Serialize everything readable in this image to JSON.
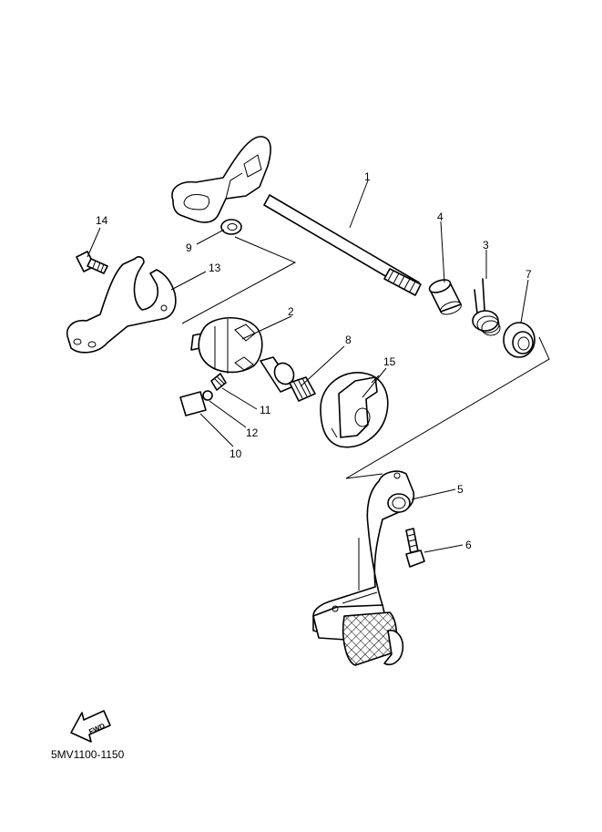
{
  "diagram": {
    "code": "5MV1100-1150",
    "fwd_label": "FWD",
    "callouts": {
      "c1": "1",
      "c2": "2",
      "c3": "3",
      "c4": "4",
      "c5": "5",
      "c6": "6",
      "c7": "7",
      "c8": "8",
      "c9": "9",
      "c10": "10",
      "c11": "11",
      "c12": "12",
      "c13": "13",
      "c14": "14",
      "c15": "15"
    }
  }
}
